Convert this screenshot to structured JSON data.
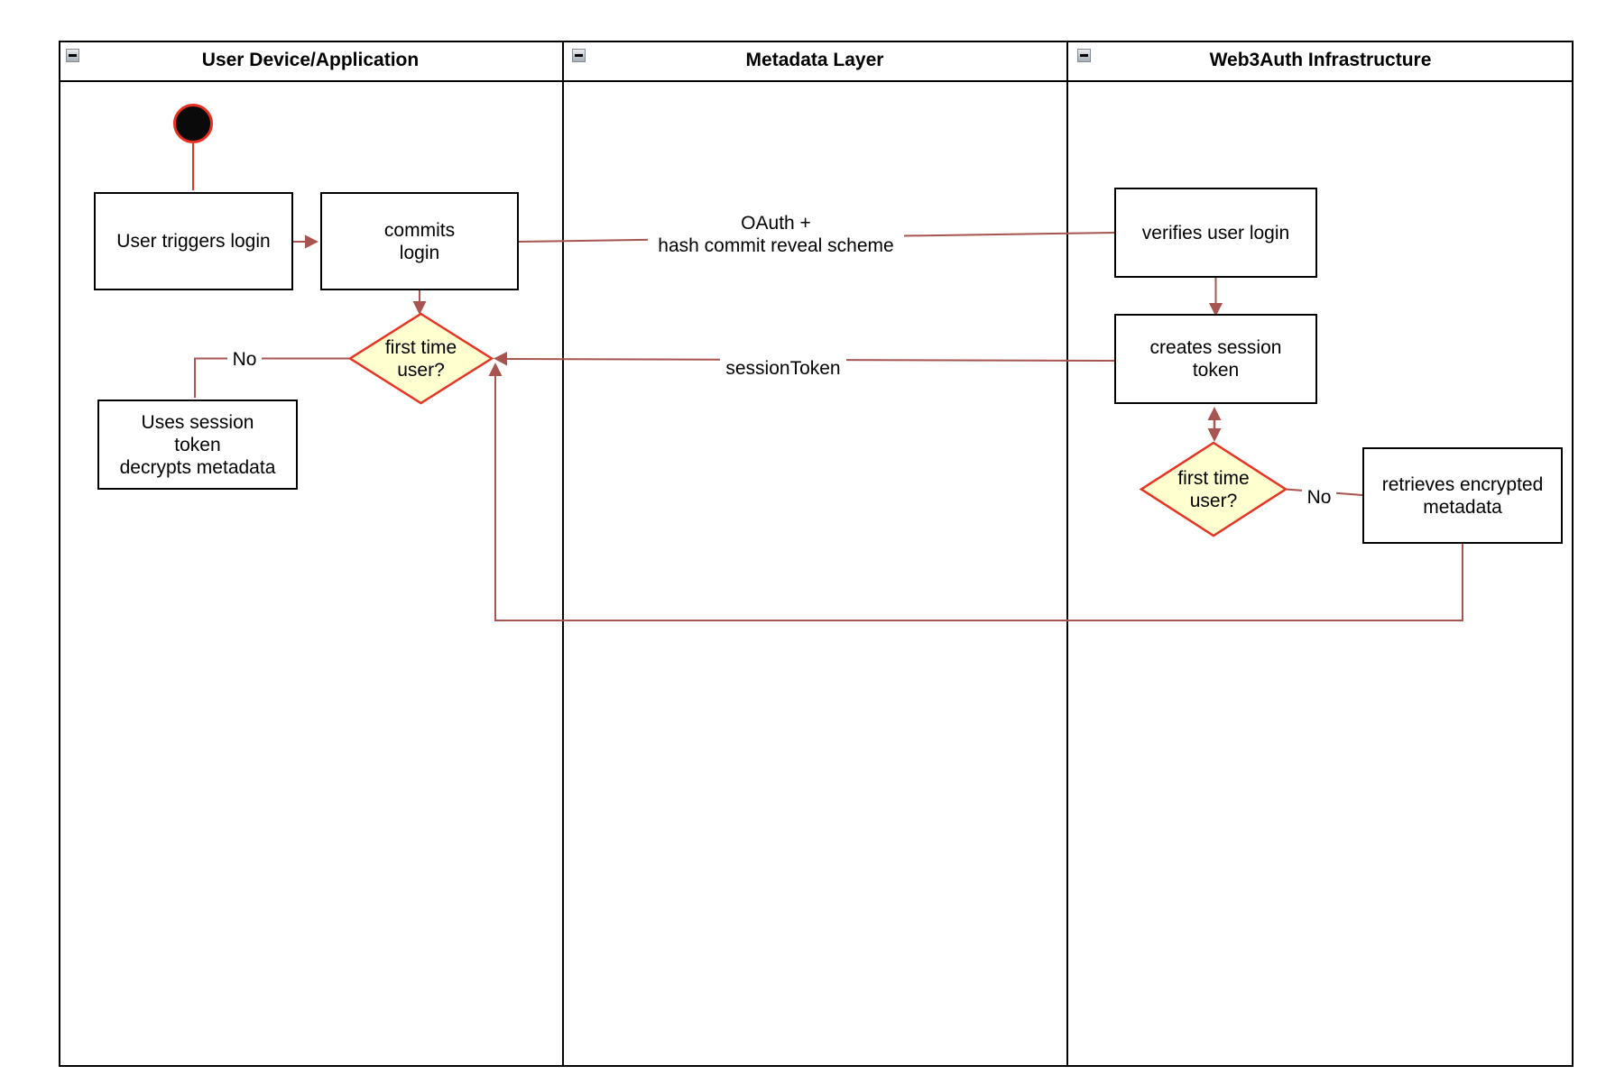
{
  "diagram": {
    "type": "activity-swimlane-flowchart",
    "lanes": [
      {
        "title": "User Device/Application"
      },
      {
        "title": "Metadata Layer"
      },
      {
        "title": "Web3Auth Infrastructure"
      }
    ],
    "nodes": {
      "start": "initial-node",
      "user_triggers_login": "User triggers login",
      "commits_login": "commits\nlogin",
      "decision_first_time_user_left": "first time\nuser?",
      "uses_session_token": "Uses session\ntoken\ndecrypts metadata",
      "verifies_user_login": "verifies user login",
      "creates_session_token": "creates session\ntoken",
      "decision_first_time_user_right": "first time\nuser?",
      "retrieves_encrypted_metadata": "retrieves encrypted\nmetadata"
    },
    "edge_labels": {
      "oauth": "OAuth +\nhash commit reveal scheme",
      "session_token": "sessionToken",
      "no_left": "No",
      "no_right": "No"
    },
    "colors": {
      "connector": "#a85450",
      "start_accent_red": "#e83020",
      "decision_stroke": "#e63323",
      "decision_fill": "#ffffcf",
      "node_border": "#000000",
      "lane_border": "#000000",
      "background": "#ffffff"
    }
  }
}
